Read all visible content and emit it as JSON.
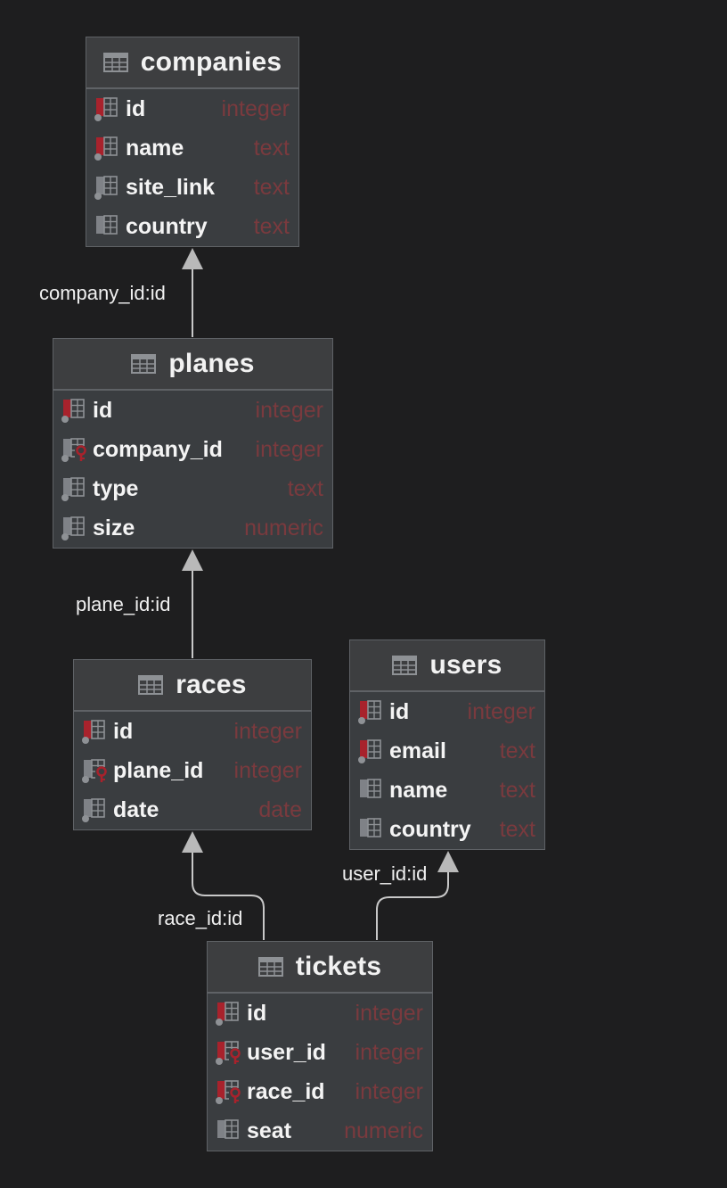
{
  "tables": {
    "companies": {
      "name": "companies",
      "columns": [
        {
          "name": "id",
          "type": "integer",
          "key": "pk"
        },
        {
          "name": "name",
          "type": "text",
          "key": "pk"
        },
        {
          "name": "site_link",
          "type": "text",
          "key": "nullable"
        },
        {
          "name": "country",
          "type": "text",
          "key": "plain"
        }
      ]
    },
    "planes": {
      "name": "planes",
      "columns": [
        {
          "name": "id",
          "type": "integer",
          "key": "pk"
        },
        {
          "name": "company_id",
          "type": "integer",
          "key": "fk"
        },
        {
          "name": "type",
          "type": "text",
          "key": "nullable"
        },
        {
          "name": "size",
          "type": "numeric",
          "key": "nullable"
        }
      ]
    },
    "races": {
      "name": "races",
      "columns": [
        {
          "name": "id",
          "type": "integer",
          "key": "pk"
        },
        {
          "name": "plane_id",
          "type": "integer",
          "key": "fk"
        },
        {
          "name": "date",
          "type": "date",
          "key": "nullable"
        }
      ]
    },
    "users": {
      "name": "users",
      "columns": [
        {
          "name": "id",
          "type": "integer",
          "key": "pk"
        },
        {
          "name": "email",
          "type": "text",
          "key": "pk"
        },
        {
          "name": "name",
          "type": "text",
          "key": "plain"
        },
        {
          "name": "country",
          "type": "text",
          "key": "plain"
        }
      ]
    },
    "tickets": {
      "name": "tickets",
      "columns": [
        {
          "name": "id",
          "type": "integer",
          "key": "pk"
        },
        {
          "name": "user_id",
          "type": "integer",
          "key": "pkfk"
        },
        {
          "name": "race_id",
          "type": "integer",
          "key": "pkfk"
        },
        {
          "name": "seat",
          "type": "numeric",
          "key": "plain"
        }
      ]
    }
  },
  "edges": {
    "planes_companies": "company_id:id",
    "races_planes": "plane_id:id",
    "tickets_races": "race_id:id",
    "tickets_users": "user_id:id"
  },
  "colors": {
    "background": "#1e1e1f",
    "table_body": "#3a3d40",
    "border": "#5f6266",
    "type_text": "#7a3a3e",
    "key_red": "#a8222c",
    "connector": "#c8c8c8"
  }
}
